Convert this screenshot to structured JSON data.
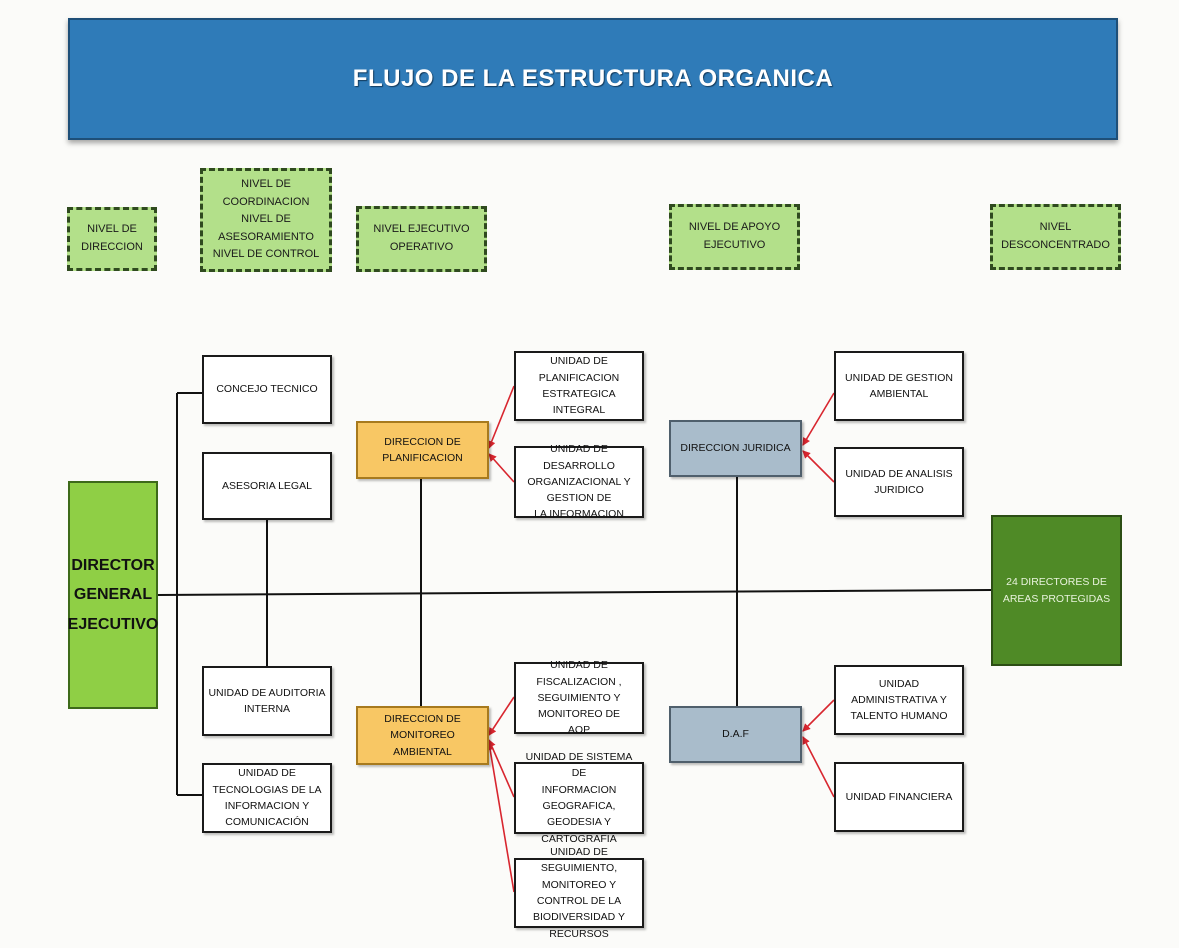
{
  "title": "FLUJO DE LA ESTRUCTURA ORGANICA",
  "levels": {
    "direccion": "NIVEL DE DIRECCION",
    "coordinacion": [
      "NIVEL DE COORDINACION",
      "NIVEL DE ASESORAMIENTO",
      "NIVEL DE CONTROL"
    ],
    "ejecutivo": "NIVEL EJECUTIVO OPERATIVO",
    "apoyo": "NIVEL DE APOYO EJECUTIVO",
    "desconcentrado": "NIVEL DESCONCENTRADO"
  },
  "director": [
    "DIRECTOR",
    "GENERAL",
    "EJECUTIVO"
  ],
  "coordination_units": {
    "concejo": "CONCEJO TECNICO",
    "asesoria": "ASESORIA LEGAL",
    "auditoria": "UNIDAD DE AUDITORIA INTERNA",
    "tecnologias": [
      "UNIDAD DE TECNOLOGIAS DE LA",
      "INFORMACION Y COMUNICACIÓN"
    ]
  },
  "executive": {
    "planificacion": "DIRECCION DE PLANIFICACION",
    "monitoreo": [
      "DIRECCION DE MONITOREO",
      "AMBIENTAL"
    ]
  },
  "executive_units": {
    "plan_estrategica": [
      "UNIDAD DE PLANIFICACION",
      "ESTRATEGICA INTEGRAL"
    ],
    "desarrollo_org": [
      "UNIDAD DE DESARROLLO",
      "ORGANIZACIONAL Y GESTION DE",
      "LA INFORMACION"
    ],
    "fiscalizacion": [
      "UNIDAD DE FISCALIZACION ,",
      "SEGUIMIENTO Y MONITOREO DE",
      "AOP"
    ],
    "sistema_geo": [
      "UNIDAD DE SISTEMA DE",
      "INFORMACION GEOGRAFICA,",
      "GEODESIA Y CARTOGRAFIA"
    ],
    "biodiversidad": [
      "UNIDAD DE SEGUIMIENTO,",
      "MONITOREO Y CONTROL DE LA",
      "BIODIVERSIDAD Y RECURSOS"
    ]
  },
  "support": {
    "juridica": "DIRECCION JURIDICA",
    "daf": "D.A.F"
  },
  "support_units": {
    "gestion_ambiental": "UNIDAD DE GESTION AMBIENTAL",
    "analisis_juridico": "UNIDAD DE ANALISIS JURIDICO",
    "administrativa": [
      "UNIDAD ADMINISTRATIVA Y",
      "TALENTO HUMANO"
    ],
    "financiera": "UNIDAD FINANCIERA"
  },
  "deconcentrated": "24 DIRECTORES DE AREAS PROTEGIDAS",
  "colors": {
    "banner": "#2f7bb8",
    "level_green": "#b3e08a",
    "director_green": "#8fcf45",
    "dark_green": "#4f8a26",
    "orange": "#f8c764",
    "grey_blue": "#a9bccb",
    "arrow_red": "#d8262f"
  }
}
